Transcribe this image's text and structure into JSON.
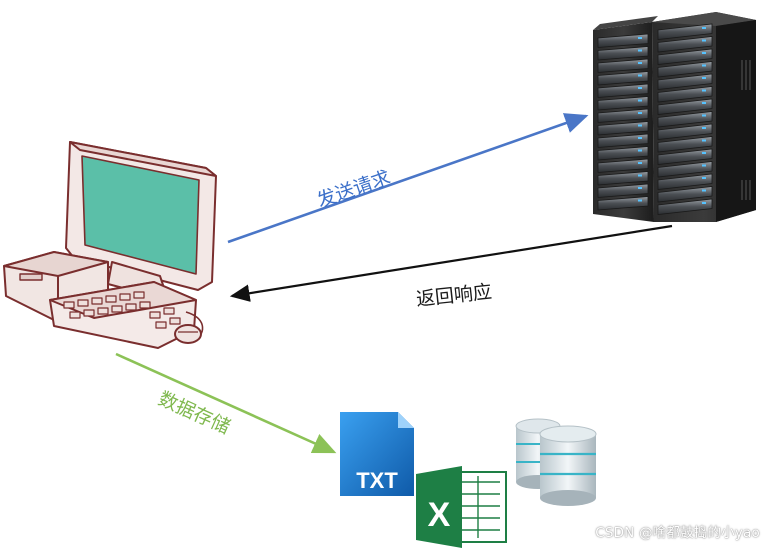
{
  "labels": {
    "send_request": "发送请求",
    "return_response": "返回响应",
    "data_storage": "数据存储"
  },
  "icons": {
    "computer": "computer-icon",
    "server": "server-rack-icon",
    "txt": "txt-file-icon",
    "excel": "excel-file-icon",
    "database": "database-icon"
  },
  "txt_icon_label": "TXT",
  "excel_icon_letter": "X",
  "watermark": "CSDN @啥都鼓捣的小yao",
  "colors": {
    "send_arrow": "#4a76c7",
    "return_arrow": "#111111",
    "storage_arrow": "#8cc257",
    "send_text": "#3b6fc9",
    "return_text": "#1a1a1a",
    "storage_text": "#7fb84e",
    "screen": "#5bbfa8",
    "outline": "#7a2e2e",
    "txt_blue": "#1b6fc2",
    "excel_green": "#1e7f45"
  }
}
